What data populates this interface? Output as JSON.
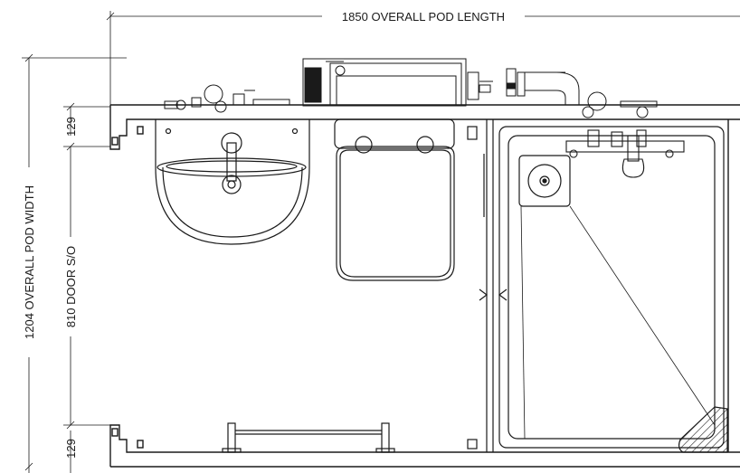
{
  "dimensions": {
    "overall_length": "1850 OVERALL POD LENGTH",
    "overall_width": "1204 OVERALL POD WIDTH",
    "door_opening": "810 DOOR S/O",
    "top_offset": "129",
    "bottom_offset": "129"
  }
}
